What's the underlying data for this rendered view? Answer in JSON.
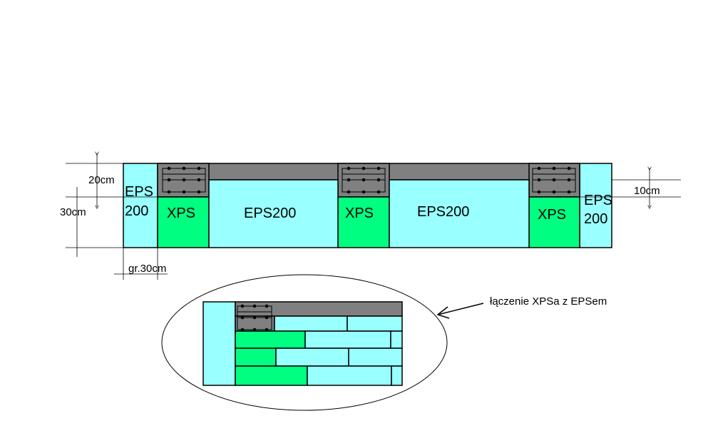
{
  "colors": {
    "eps": "#99ffff",
    "xps": "#00ff80",
    "concrete": "#808080",
    "outline": "#000000",
    "background": "#ffffff"
  },
  "labels": {
    "eps_left_line1": "EPS",
    "eps_left_line2": "200",
    "eps_right_line1": "EPS",
    "eps_right_line2": "200",
    "xps_1": "XPS",
    "xps_2": "XPS",
    "xps_3": "XPS",
    "eps200_1": "EPS200",
    "eps200_2": "EPS200"
  },
  "dimensions": {
    "height_top": "20cm",
    "height_total": "30cm",
    "height_right": "10cm",
    "thickness": "gr.30cm"
  },
  "annotation": {
    "text": "łączenie XPSa z EPSem"
  }
}
